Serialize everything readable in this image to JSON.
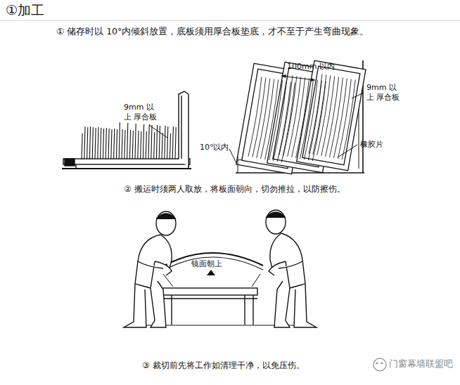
{
  "diagram": {
    "title": "①加工",
    "labels": [
      "① 储存时以 10°内倾斜放置，底板须用厚合板垫底，才不至于产生弯曲现象。",
      "9mm 以上 厚合板",
      "100mm 以内",
      "9mm 以上 厚合板",
      "橡胶片",
      "10°以内",
      "② 搬运时须两人取放，将板面朝向，切勿推拉，以防擦伤。",
      "镜面朝上",
      "③ 裁切前先将工作如清理干净，以免压伤。",
      "门窗幕墙联盟吧"
    ]
  }
}
